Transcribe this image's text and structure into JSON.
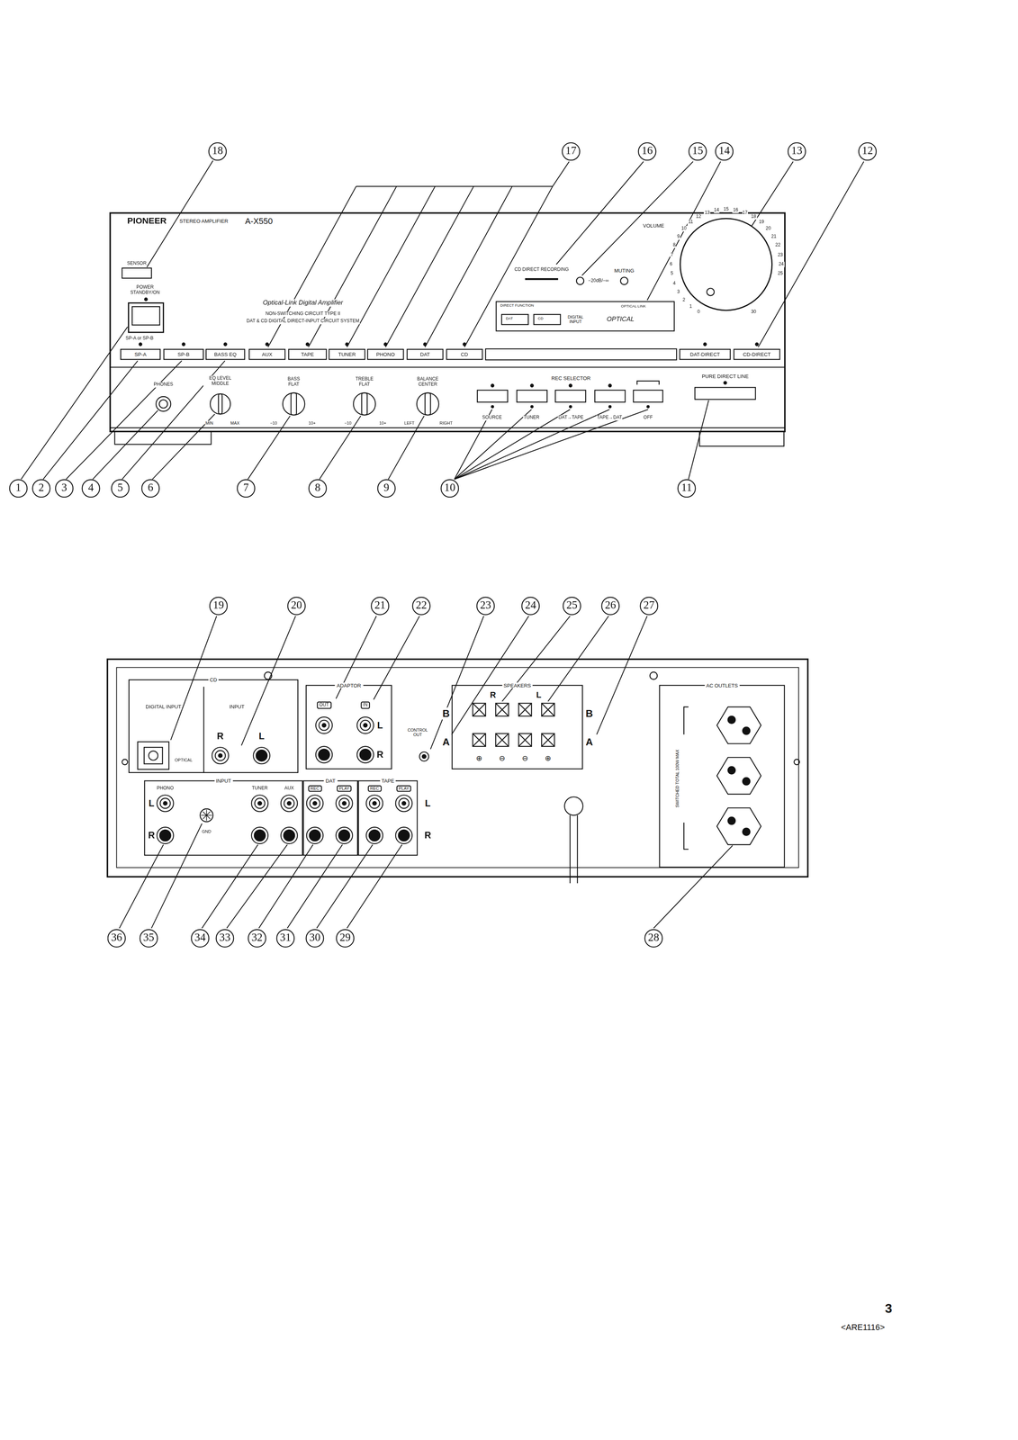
{
  "diagram": {
    "nodes": [
      {
        "text": [
          "DIRECT FUNCTION"
        ]
      },
      {
        "text": [
          "DAT"
        ],
        "in": 0
      },
      {
        "text": [
          "CD"
        ],
        "in": 0
      },
      {
        "text": [
          "SP-A"
        ]
      },
      {
        "text": [
          "SP-B"
        ]
      },
      {
        "text": [
          "BASS EQ"
        ]
      },
      {
        "text": [
          "AUX"
        ]
      },
      {
        "text": [
          "TAPE"
        ]
      },
      {
        "text": [
          "TUNER"
        ]
      },
      {
        "text": [
          "PHONO"
        ]
      },
      {
        "text": [
          "DAT"
        ]
      },
      {
        "text": [
          "CD"
        ]
      },
      {
        "text": [
          "DAT-DIRECT"
        ]
      },
      {
        "text": [
          "CD-DIRECT"
        ]
      },
      {
        "text": [
          "CD"
        ]
      },
      {
        "text": [
          "ADAPTOR"
        ]
      },
      {
        "text": [
          "SPEAKERS"
        ]
      },
      {
        "text": [
          "AC OUTLETS"
        ]
      },
      {
        "text": [
          "INPUT"
        ]
      },
      {
        "text": [
          "DAT"
        ]
      },
      {
        "text": [
          "TAPE"
        ]
      }
    ],
    "labels": [
      "PIONEER",
      "STEREO AMPLIFIER",
      "A-X550",
      "SENSOR",
      "POWER STANDBY/ON",
      "SP-A or SP-B",
      "Optical-Link Digital Amplifier",
      "NON-SWITCHING CIRCUIT TYPE II",
      "DAT & CD DIGITAL DIRECT-INPUT CIRCUIT SYSTEM",
      "CD DIRECT RECORDING",
      "−20dB/−∞",
      "MUTING",
      "VOLUME",
      "DIGITAL INPUT",
      "OPTICAL",
      "OPTICAL LINK",
      "PHONES",
      "EQ LEVEL MIDDLE",
      "MIN",
      "MAX",
      "BASS FLAT",
      "−10",
      "10+",
      "TREBLE FLAT",
      "−10",
      "10+",
      "BALANCE CENTER",
      "LEFT",
      "RIGHT",
      "REC SELECTOR",
      "SOURCE",
      "TUNER",
      "DAT→TAPE",
      "TAPE→DAT",
      "OFF",
      "PURE DIRECT LINE",
      "0",
      "1",
      "2",
      "3",
      "4",
      "5",
      "6",
      "7",
      "8",
      "9",
      "10",
      "11",
      "12",
      "13",
      "14",
      "15",
      "16",
      "17",
      "18",
      "19",
      "20",
      "21",
      "22",
      "23",
      "24",
      "25",
      "30",
      "1",
      "2",
      "3",
      "4",
      "5",
      "6",
      "7",
      "8",
      "9",
      "10",
      "11",
      "12",
      "13",
      "14",
      "15",
      "16",
      "17",
      "18",
      "DIGITAL INPUT",
      "OPTICAL",
      "INPUT",
      "R",
      "L",
      "OUT",
      "IN",
      "L",
      "R",
      "CONTROL OUT",
      "R",
      "L",
      "B",
      "A",
      "B",
      "A",
      "⊕",
      "⊖",
      "⊖",
      "⊕",
      "SWITCHED TOTAL 100W MAX",
      "PHONO",
      "L",
      "R",
      "GND",
      "TUNER",
      "AUX",
      "REC",
      "PLAY",
      "REC",
      "PLAY",
      "L",
      "R",
      "19",
      "20",
      "21",
      "22",
      "23",
      "24",
      "25",
      "26",
      "27",
      "28",
      "29",
      "30",
      "31",
      "32",
      "33",
      "34",
      "35",
      "36",
      "3",
      "<ARE1116>"
    ]
  }
}
